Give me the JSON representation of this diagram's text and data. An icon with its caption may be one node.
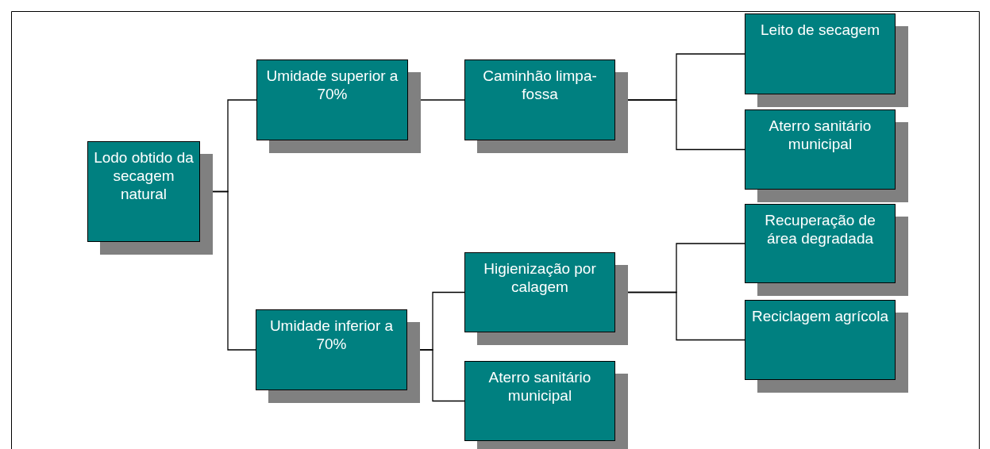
{
  "diagram": {
    "nodes": [
      {
        "text": [
          "Lodo obtido da secagem natural"
        ]
      },
      {
        "text": [
          "Umidade superior a 70%"
        ]
      },
      {
        "text": [
          "Caminhão limpa-fossa"
        ]
      },
      {
        "text": [
          "Leito de secagem"
        ]
      },
      {
        "text": [
          "Aterro sanitário municipal"
        ]
      },
      {
        "text": [
          "Umidade inferior a 70%"
        ]
      },
      {
        "text": [
          "Higienização por calagem"
        ]
      },
      {
        "text": [
          "Aterro sanitário municipal"
        ]
      },
      {
        "text": [
          "Recuperação de área degradada"
        ]
      },
      {
        "text": [
          "Reciclagem agrícola"
        ]
      }
    ],
    "edges": [
      {
        "from": 0,
        "to": 1,
        "arrow": "none"
      },
      {
        "from": 0,
        "to": 5,
        "arrow": "none"
      },
      {
        "from": 1,
        "to": 2,
        "arrow": "none"
      },
      {
        "from": 2,
        "to": 3,
        "arrow": "none"
      },
      {
        "from": 2,
        "to": 4,
        "arrow": "none"
      },
      {
        "from": 5,
        "to": 6,
        "arrow": "none"
      },
      {
        "from": 5,
        "to": 7,
        "arrow": "none"
      },
      {
        "from": 6,
        "to": 8,
        "arrow": "none"
      },
      {
        "from": 6,
        "to": 9,
        "arrow": "none"
      }
    ]
  }
}
